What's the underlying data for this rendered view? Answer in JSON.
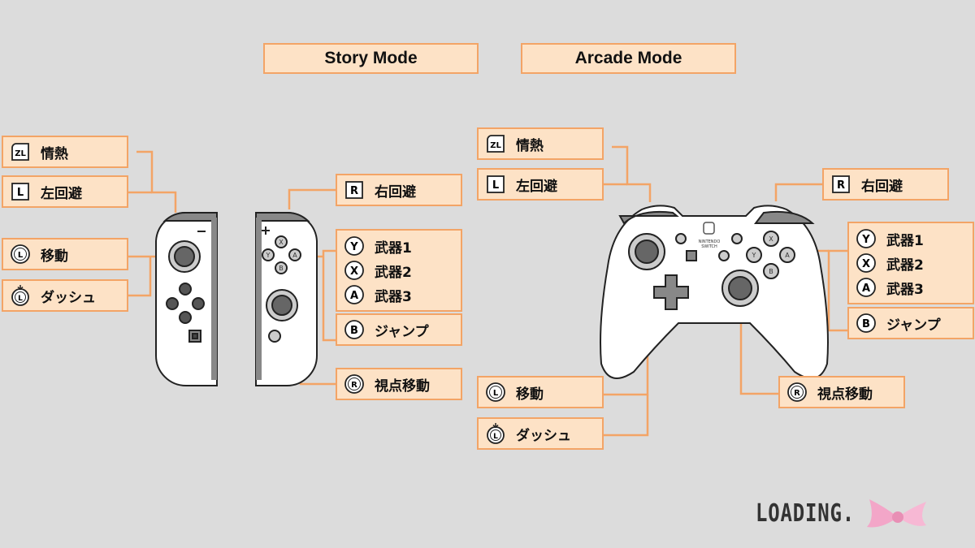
{
  "modes": {
    "story": "Story Mode",
    "arcade": "Arcade Mode"
  },
  "story": {
    "zl": "情熱",
    "l": "左回避",
    "ls": "移動",
    "ls_press": "ダッシュ",
    "r": "右回避",
    "y": "武器1",
    "x": "武器2",
    "a": "武器3",
    "b": "ジャンプ",
    "rs": "視点移動"
  },
  "arcade": {
    "zl": "情熱",
    "l": "左回避",
    "r": "右回避",
    "y": "武器1",
    "x": "武器2",
    "a": "武器3",
    "b": "ジャンプ",
    "ls": "移動",
    "ls_press": "ダッシュ",
    "rs": "視点移動"
  },
  "glyphs": {
    "zl": "ZL",
    "l": "L",
    "r": "R",
    "y": "Y",
    "x": "X",
    "a": "A",
    "b": "B",
    "ls": "L",
    "rs": "R"
  },
  "controller_labels": {
    "logo_line1": "NINTENDO",
    "logo_line2": "SWITCH"
  },
  "status": "LOADING.",
  "colors": {
    "background": "#dcdcdc",
    "label_fill": "#fde2c6",
    "label_border": "#f3a466",
    "connector": "#f3a466"
  }
}
